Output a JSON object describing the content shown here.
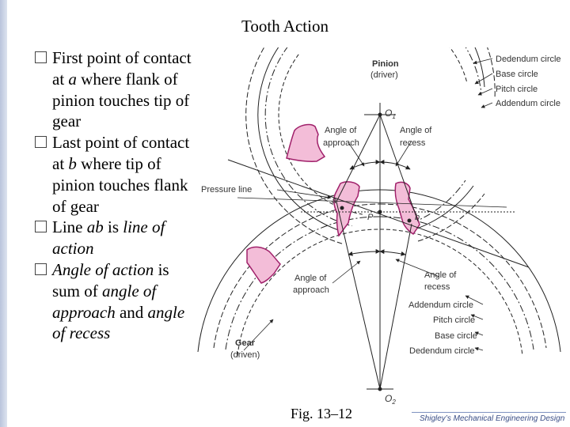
{
  "slide": {
    "title": "Tooth Action",
    "figure_caption": "Fig. 13–12",
    "credit": "Shigley’s Mechanical Engineering Design"
  },
  "bullets": [
    {
      "text1": "First point of contact at ",
      "em1": "a",
      "text2": " where flank of pinion touches tip of gear"
    },
    {
      "text1": "Last point of contact at ",
      "em1": "b",
      "text2": " where tip of pinion touches flank of gear"
    },
    {
      "text1": "Line ",
      "em1": "ab",
      "text2": " is ",
      "em2": "line of action"
    },
    {
      "em1": "Angle of action",
      "text2": " is sum of ",
      "em2": "angle of approach",
      "text3": " and ",
      "em3": "angle of recess"
    }
  ],
  "diagram": {
    "pinion_label": "Pinion",
    "pinion_sub": "(driver)",
    "gear_label": "Gear",
    "gear_sub": "(driven)",
    "pinion_circles": [
      "Dedendum circle",
      "Base circle",
      "Pitch circle",
      "Addendum circle"
    ],
    "gear_circles": [
      "Addendum circle",
      "Pitch circle",
      "Base circle",
      "Dedendum circle"
    ],
    "angle_approach_top_1": "Angle of",
    "angle_approach_top_2": "approach",
    "angle_recess_top_1": "Angle of",
    "angle_recess_top_2": "recess",
    "angle_approach_bottom_1": "Angle of",
    "angle_approach_bottom_2": "approach",
    "angle_recess_bottom_1": "Angle of",
    "angle_recess_bottom_2": "recess",
    "pressure_line": "Pressure line",
    "center_top": "O",
    "center_top_sub": "1",
    "center_bottom": "O",
    "center_bottom_sub": "2",
    "point_a": "a",
    "point_b": "b",
    "point_p": "P",
    "accent_pink": "#f3bdd8",
    "tooth_stroke": "#a0206a"
  }
}
